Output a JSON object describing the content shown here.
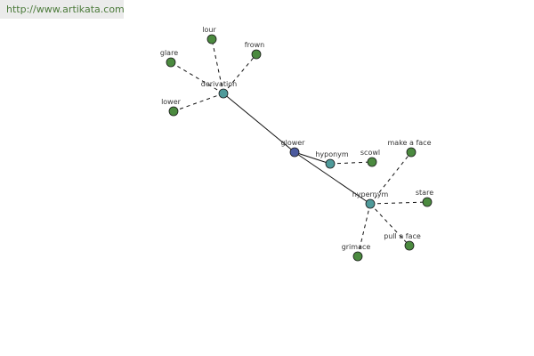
{
  "watermark": {
    "text": "http://www.artikata.com"
  },
  "colors": {
    "center_node": "#4b5a9e",
    "relation_node": "#4f9a9a",
    "word_node": "#4b8a3f",
    "node_stroke": "#1a1a1a"
  },
  "graph": {
    "nodes": [
      {
        "id": "glower",
        "label": "glower",
        "kind": "center"
      },
      {
        "id": "derivation",
        "label": "derivation",
        "kind": "relation"
      },
      {
        "id": "hyponym",
        "label": "hyponym",
        "kind": "relation"
      },
      {
        "id": "hypernym",
        "label": "hypernym",
        "kind": "relation"
      },
      {
        "id": "lour",
        "label": "lour",
        "kind": "word"
      },
      {
        "id": "frown",
        "label": "frown",
        "kind": "word"
      },
      {
        "id": "glare",
        "label": "glare",
        "kind": "word"
      },
      {
        "id": "lower",
        "label": "lower",
        "kind": "word"
      },
      {
        "id": "scowl",
        "label": "scowl",
        "kind": "word"
      },
      {
        "id": "make-a-face",
        "label": "make a face",
        "kind": "word"
      },
      {
        "id": "stare",
        "label": "stare",
        "kind": "word"
      },
      {
        "id": "pull-a-face",
        "label": "pull a face",
        "kind": "word"
      },
      {
        "id": "grimace",
        "label": "grimace",
        "kind": "word"
      }
    ],
    "edges": [
      {
        "from": "glower",
        "to": "derivation",
        "style": "solid"
      },
      {
        "from": "glower",
        "to": "hyponym",
        "style": "solid"
      },
      {
        "from": "glower",
        "to": "hypernym",
        "style": "solid"
      },
      {
        "from": "derivation",
        "to": "lour",
        "style": "dashed"
      },
      {
        "from": "derivation",
        "to": "frown",
        "style": "dashed"
      },
      {
        "from": "derivation",
        "to": "glare",
        "style": "dashed"
      },
      {
        "from": "derivation",
        "to": "lower",
        "style": "dashed"
      },
      {
        "from": "hyponym",
        "to": "scowl",
        "style": "dashed"
      },
      {
        "from": "hypernym",
        "to": "make-a-face",
        "style": "dashed"
      },
      {
        "from": "hypernym",
        "to": "stare",
        "style": "dashed"
      },
      {
        "from": "hypernym",
        "to": "pull-a-face",
        "style": "dashed"
      },
      {
        "from": "hypernym",
        "to": "grimace",
        "style": "dashed"
      }
    ]
  }
}
